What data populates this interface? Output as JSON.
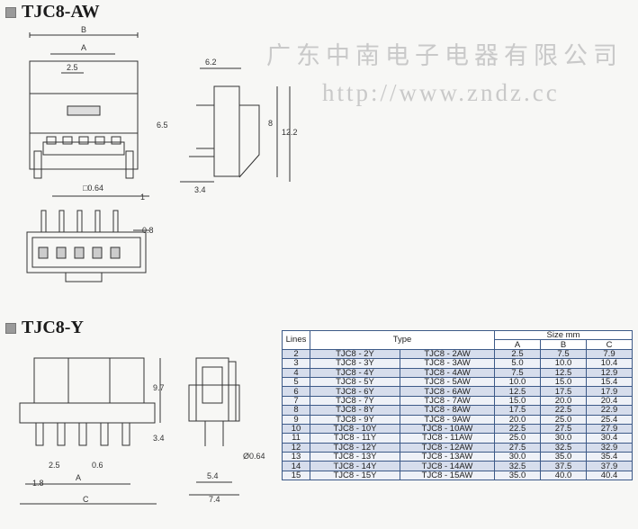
{
  "section_aw": {
    "title": "TJC8-AW"
  },
  "section_y": {
    "title": "TJC8-Y"
  },
  "watermark": {
    "company": "广东中南电子电器有限公司",
    "url": "http://www.zndz.cc"
  },
  "dims_aw": {
    "b": "B",
    "a": "A",
    "pitch": "2.5",
    "depth": "6.2",
    "height_65": "6.5",
    "height_8": "8",
    "height_122": "12.2",
    "base_34": "3.4",
    "pin_sq": "□0.64",
    "pin_1": "1",
    "pin_08": "0.8"
  },
  "dims_y": {
    "h97": "9.7",
    "h34": "3.4",
    "pitch": "2.5",
    "pin_06": "0.6",
    "edge": "1.8",
    "a": "A",
    "c": "C",
    "w54": "5.4",
    "w74": "7.4",
    "pin_dia": "Ø0.64"
  },
  "table": {
    "headers": {
      "lines": "Lines",
      "type": "Type",
      "size": "Size mm",
      "a": "A",
      "b": "B",
      "c": "C"
    },
    "rows": [
      {
        "lines": "2",
        "y": "TJC8 - 2Y",
        "aw": "TJC8 - 2AW",
        "a": "2.5",
        "b": "7.5",
        "c": "7.9"
      },
      {
        "lines": "3",
        "y": "TJC8 - 3Y",
        "aw": "TJC8 - 3AW",
        "a": "5.0",
        "b": "10.0",
        "c": "10.4"
      },
      {
        "lines": "4",
        "y": "TJC8 - 4Y",
        "aw": "TJC8 - 4AW",
        "a": "7.5",
        "b": "12.5",
        "c": "12.9"
      },
      {
        "lines": "5",
        "y": "TJC8 - 5Y",
        "aw": "TJC8 - 5AW",
        "a": "10.0",
        "b": "15.0",
        "c": "15.4"
      },
      {
        "lines": "6",
        "y": "TJC8 - 6Y",
        "aw": "TJC8 - 6AW",
        "a": "12.5",
        "b": "17.5",
        "c": "17.9"
      },
      {
        "lines": "7",
        "y": "TJC8 - 7Y",
        "aw": "TJC8 - 7AW",
        "a": "15.0",
        "b": "20.0",
        "c": "20.4"
      },
      {
        "lines": "8",
        "y": "TJC8 - 8Y",
        "aw": "TJC8 - 8AW",
        "a": "17.5",
        "b": "22.5",
        "c": "22.9"
      },
      {
        "lines": "9",
        "y": "TJC8 - 9Y",
        "aw": "TJC8 - 9AW",
        "a": "20.0",
        "b": "25.0",
        "c": "25.4"
      },
      {
        "lines": "10",
        "y": "TJC8 - 10Y",
        "aw": "TJC8 - 10AW",
        "a": "22.5",
        "b": "27.5",
        "c": "27.9"
      },
      {
        "lines": "11",
        "y": "TJC8 - 11Y",
        "aw": "TJC8 - 11AW",
        "a": "25.0",
        "b": "30.0",
        "c": "30.4"
      },
      {
        "lines": "12",
        "y": "TJC8 - 12Y",
        "aw": "TJC8 - 12AW",
        "a": "27.5",
        "b": "32.5",
        "c": "32.9"
      },
      {
        "lines": "13",
        "y": "TJC8 - 13Y",
        "aw": "TJC8 - 13AW",
        "a": "30.0",
        "b": "35.0",
        "c": "35.4"
      },
      {
        "lines": "14",
        "y": "TJC8 - 14Y",
        "aw": "TJC8 - 14AW",
        "a": "32.5",
        "b": "37.5",
        "c": "37.9"
      },
      {
        "lines": "15",
        "y": "TJC8 - 15Y",
        "aw": "TJC8 - 15AW",
        "a": "35.0",
        "b": "40.0",
        "c": "40.4"
      }
    ]
  }
}
